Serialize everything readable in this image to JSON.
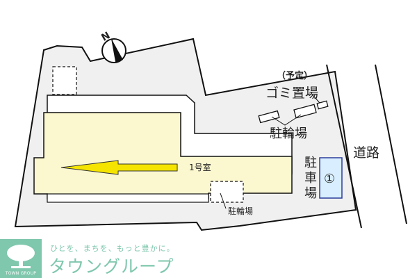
{
  "compass": {
    "label": "N"
  },
  "labels": {
    "planned": "（予定）",
    "garbage": "ゴミ置場",
    "bicycle_parking_top": "駐輪場",
    "room": "1号室",
    "bicycle_parking_bottom": "駐輪場",
    "parking_vertical": [
      "駐",
      "車",
      "場"
    ],
    "parking_number": "①",
    "road": "道路"
  },
  "colors": {
    "lot_fill": "#f0f0f0",
    "building_fill": "#fbf7cf",
    "arrow_fill": "#f5e400",
    "parking_fill": "#d9efff",
    "parking_stroke": "#2a3a9a",
    "brand": "#7fc7ad"
  },
  "footer": {
    "logo_text": "TOWN GROUP",
    "tagline": "ひとを、まちを、もっと豊かに。",
    "brand_name": "タウングループ"
  }
}
